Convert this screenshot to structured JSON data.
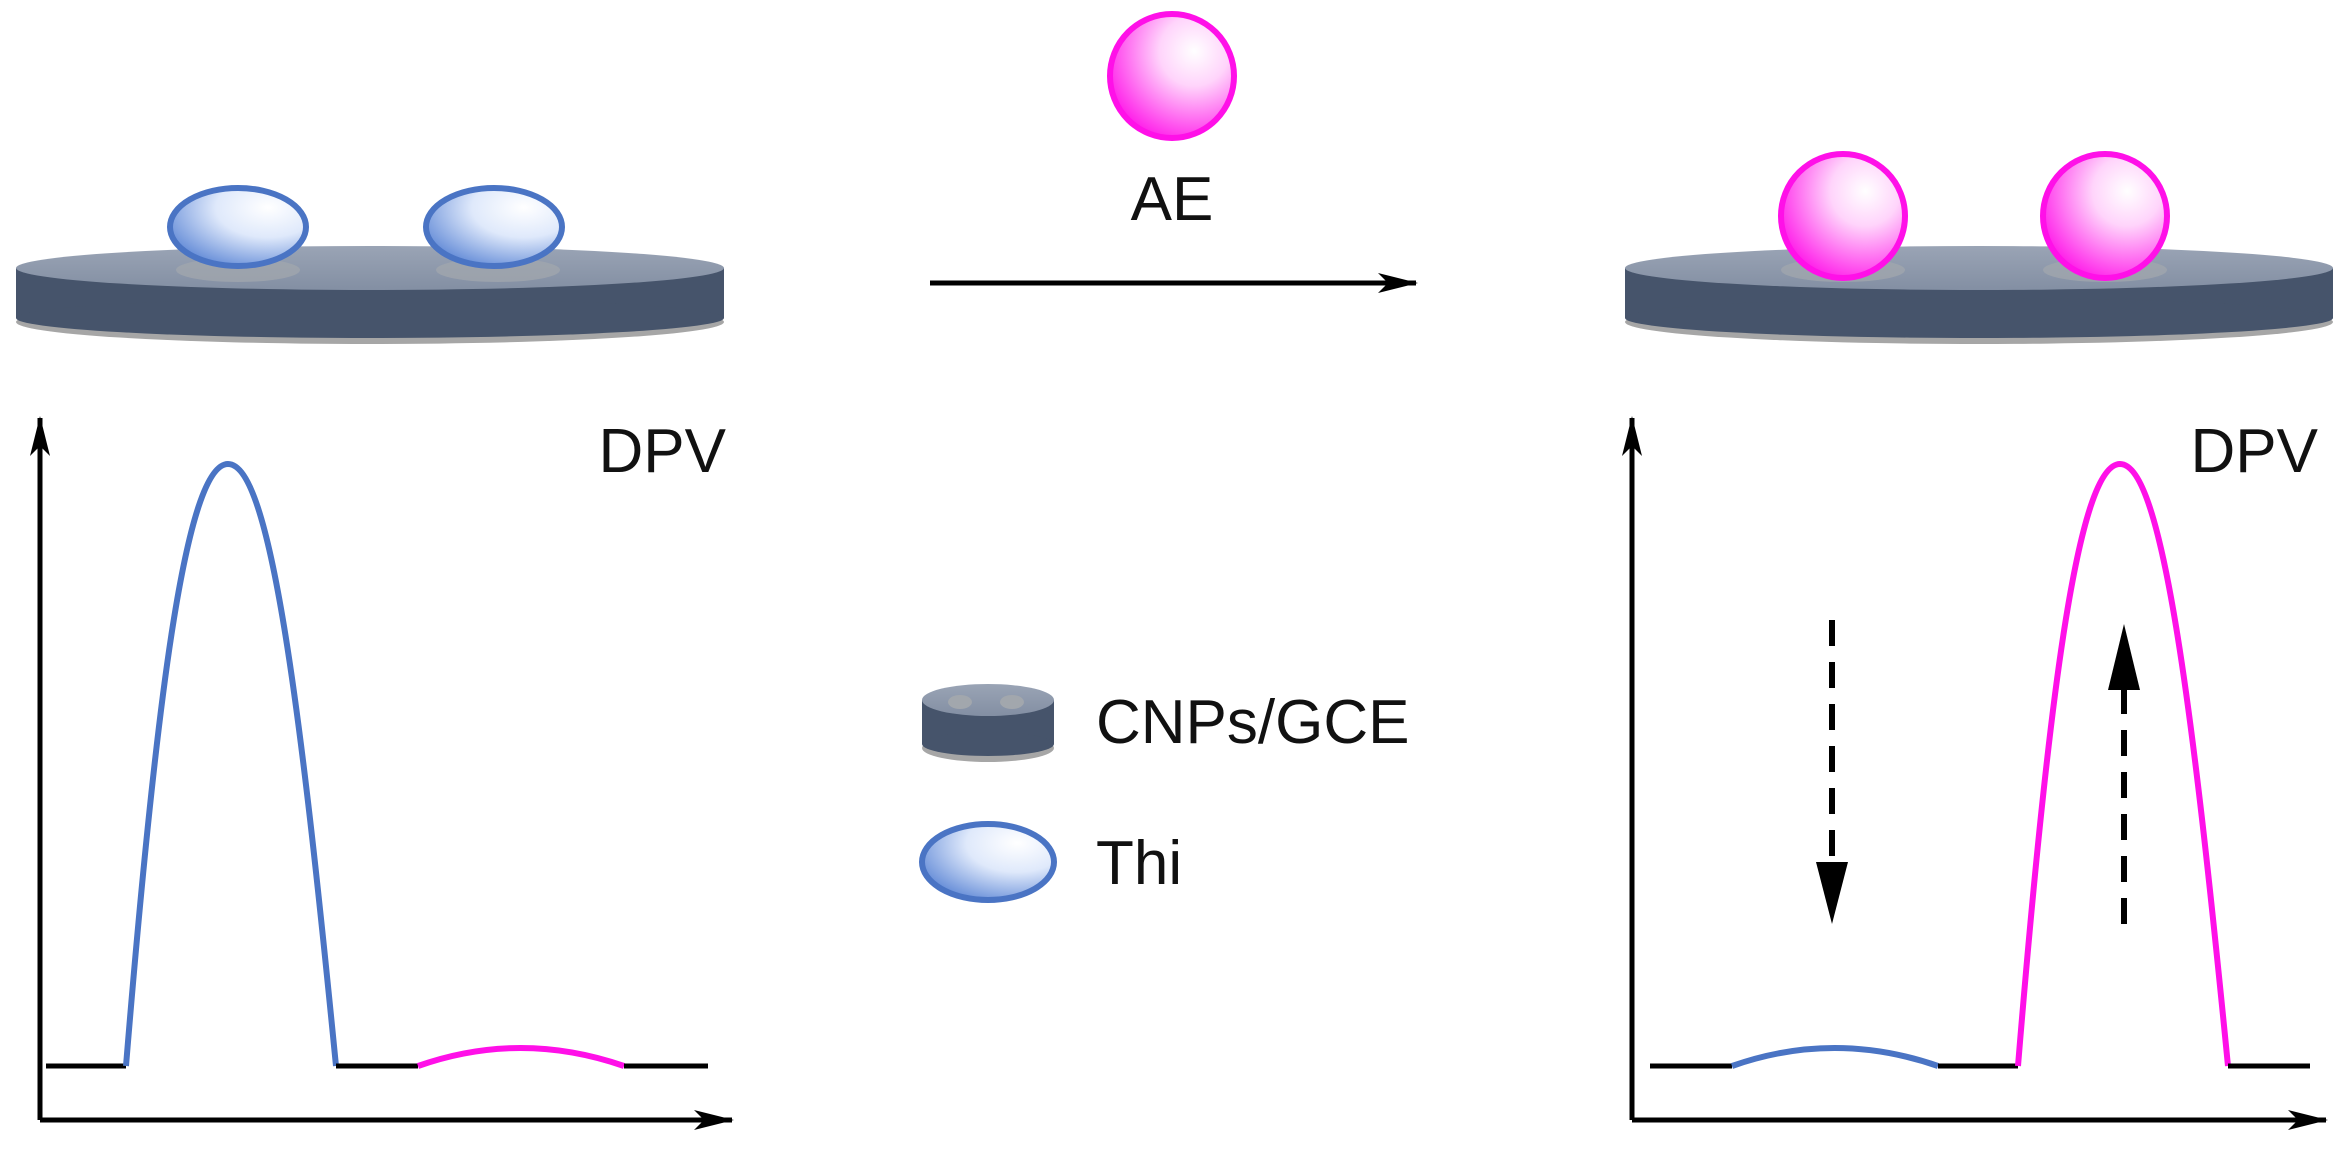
{
  "reagent": {
    "label": "AE"
  },
  "panels": {
    "left": {
      "technique_label": "DPV"
    },
    "right": {
      "technique_label": "DPV"
    }
  },
  "legend": {
    "items": [
      {
        "label": "CNPs/GCE",
        "icon": "electrode-disk-icon"
      },
      {
        "label": "Thi",
        "icon": "thi-ellipsoid-icon"
      }
    ]
  },
  "colors": {
    "thi": "#4a74c4",
    "ae": "#ff10e8",
    "electrode_top": "#8d99ab",
    "electrode_side": "#46546b",
    "electrode_shadow": "#a6a6a6",
    "axis": "#000000"
  },
  "curves": {
    "left": {
      "thi_peak": "high",
      "ae_peak": "low"
    },
    "right": {
      "thi_peak": "low",
      "ae_peak": "high"
    }
  },
  "trends": {
    "thi": "decrease",
    "ae": "increase"
  }
}
